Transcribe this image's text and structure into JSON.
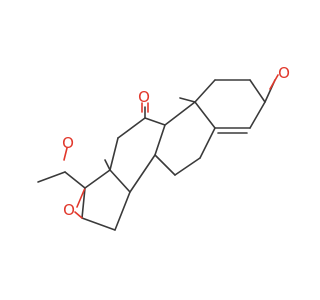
{
  "molecule": {
    "atoms": {
      "o_ketone_c11": "O",
      "o_ketone_c3": "O",
      "o_acetyl": "O",
      "o_epoxide": "O"
    },
    "colors": {
      "bond": "#3a3a3a",
      "oxygen": "#e1372b",
      "background": "#ffffff"
    }
  }
}
